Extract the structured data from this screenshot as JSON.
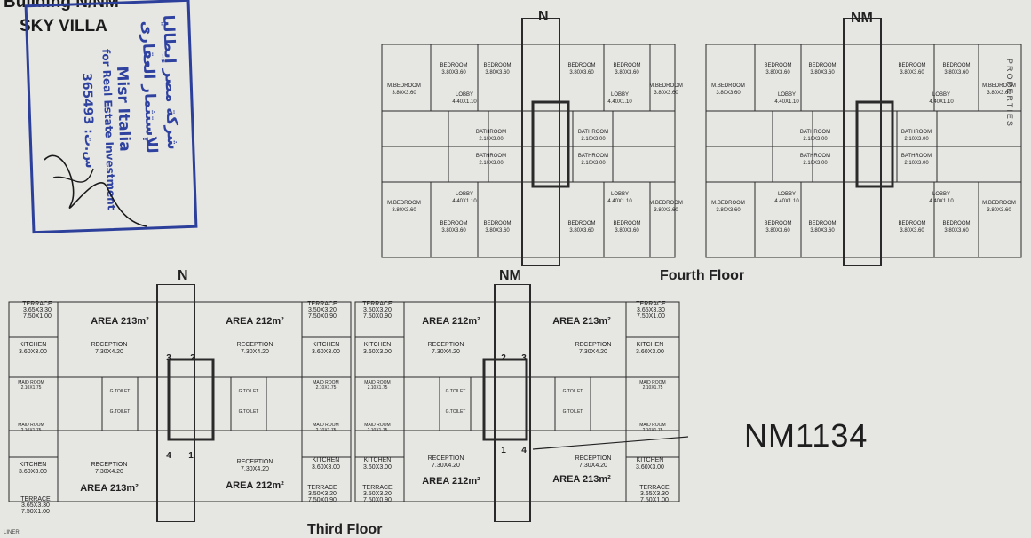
{
  "header": {
    "building": "Building N/NM",
    "project": "SKY VILLA"
  },
  "stamp": {
    "line1": "شركة مصر إيطاليا",
    "line2": "للإستثمار العقارى",
    "line3": "Misr Italia",
    "line4": "for Real Estate Investment",
    "line5": "365493 :س.ت"
  },
  "side_text": "PROPERTIES",
  "fourth_floor": {
    "label": "Fourth Floor",
    "cores": [
      "N",
      "NM"
    ],
    "rooms": {
      "bedroom": "BEDROOM",
      "bedroom_dim": "3.80X3.60",
      "mbedroom": "M.BEDROOM",
      "mbedroom_dim": "3.80X3.60",
      "lobby": "LOBBY",
      "lobby_dim": "4.40X1.10",
      "bathroom": "BATHROOM",
      "bathroom_dim": "2.10X3.00"
    }
  },
  "third_floor": {
    "label": "Third Floor",
    "cores": [
      "N",
      "NM"
    ],
    "areas": [
      "AREA 213m²",
      "AREA 212m²",
      "AREA 212m²",
      "AREA 213m²",
      "AREA 213m²",
      "AREA 212m²",
      "AREA 212m²",
      "AREA 213m²"
    ],
    "rooms": {
      "terrace": "TERRACE",
      "terrace_dim_a": "3.65X3.30",
      "terrace_dim_b": "7.50X1.00",
      "terrace_dim_c": "3.50X3.20",
      "terrace_dim_d": "7.50X0.90",
      "kitchen": "KITCHEN",
      "kitchen_dim": "3.60X3.00",
      "reception": "RECEPTION",
      "reception_dim": "7.30X4.20",
      "maid": "MAID ROOM",
      "maid_dim": "2.10X1.75",
      "toilet": "G.TOILET"
    },
    "unit_numbers": {
      "n_top": [
        "3",
        "2"
      ],
      "n_bottom": [
        "4",
        "1"
      ],
      "nm_top": [
        "2",
        "3"
      ],
      "nm_bottom": [
        "1",
        "4"
      ]
    },
    "callout": "NM1134"
  },
  "footer": {
    "corner": "LINER"
  }
}
